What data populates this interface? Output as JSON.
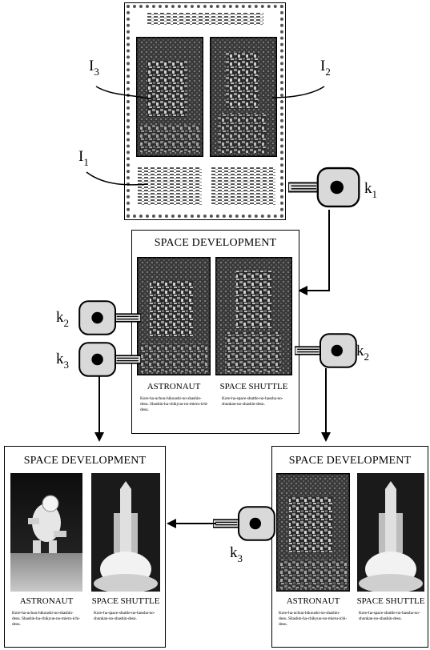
{
  "page": {
    "title": "SPACE DEVELOPMENT"
  },
  "images": {
    "astronaut_caption": "ASTRONAUT",
    "shuttle_caption": "SPACE SHUTTLE",
    "astronaut_text": "Kore-ha-uchuu-hikoushi-no-shashin-desu. Shashin-ha-chikyuu-no-mieru-ichi-desu.",
    "shuttle_text": "Kore-ha-space-shuttle-no-hassha-no-shunkan-no-shashin-desu."
  },
  "labels": {
    "I1": {
      "main": "I",
      "sub": "1"
    },
    "I2": {
      "main": "I",
      "sub": "2"
    },
    "I3": {
      "main": "I",
      "sub": "3"
    },
    "k1": {
      "main": "k",
      "sub": "1"
    },
    "k2": {
      "main": "k",
      "sub": "2"
    },
    "k3": {
      "main": "k",
      "sub": "3"
    }
  },
  "colors": {
    "key_fill": "#d9d9d9",
    "key_dot": "#000000",
    "photo_dark": "#1a1a1a"
  }
}
